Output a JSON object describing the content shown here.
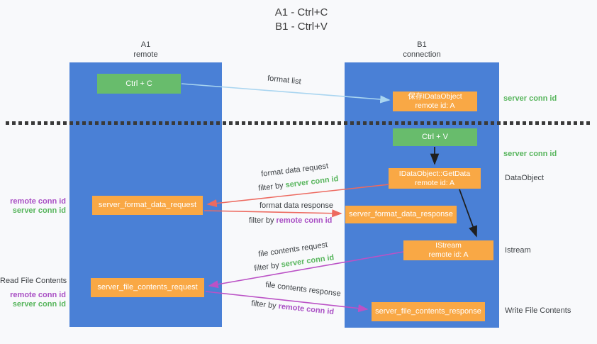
{
  "colors": {
    "lane-blue": "#4a80d6",
    "box-green": "#68bc6c",
    "box-orange": "#f9a845",
    "text-green": "#57b55c",
    "text-purple": "#a94fc4",
    "arrow-red": "#ed6a60",
    "arrow-purple": "#bb52c6",
    "arrow-lightblue": "#a9d5f0",
    "arrow-black": "#1f1f1f",
    "text-dark": "#3d4145",
    "background": "#f8f9fb",
    "dash": "#3a3a3a"
  },
  "title": {
    "line1": "A1 - Ctrl+C",
    "line2": "B1 - Ctrl+V"
  },
  "lanes": {
    "a": {
      "name": "A1",
      "sub": "remote"
    },
    "b": {
      "name": "B1",
      "sub": "connection"
    }
  },
  "boxes": {
    "ctrl_c": {
      "label": "Ctrl + C"
    },
    "ctrl_v": {
      "label": "Ctrl + V"
    },
    "save_dataobject": {
      "line1": "保存IDataObject",
      "line2": "remote id: A"
    },
    "getdata": {
      "line1": "IDataObject::GetData",
      "line2": "remote id: A"
    },
    "istream": {
      "line1": "IStream",
      "line2": "remote id: A"
    },
    "format_request": {
      "label": "server_format_data_request"
    },
    "format_response": {
      "label": "server_format_data_response"
    },
    "file_request": {
      "label": "server_file_contents_request"
    },
    "file_response": {
      "label": "server_file_contents_response"
    }
  },
  "flow_labels": {
    "format_list": "format list",
    "format_data_request": "format data request",
    "format_data_response": "format data response",
    "file_contents_request": "file contents request",
    "file_contents_response": "file contents response",
    "filter_by": "filter by",
    "server_conn_id": "server conn id",
    "remote_conn_id": "remote conn id"
  },
  "annotations": {
    "right_server_conn_id_1": "server conn id",
    "right_server_conn_id_2": "server conn id",
    "right_dataobject": "DataObject",
    "right_istream": "Istream",
    "right_write_file_contents": "Write File Contents",
    "left_remote_conn_id_1": "remote conn id",
    "left_server_conn_id_1": "server conn id",
    "left_read_file_contents": "Read File Contents",
    "left_remote_conn_id_2": "remote conn id",
    "left_server_conn_id_2": "server conn id"
  }
}
